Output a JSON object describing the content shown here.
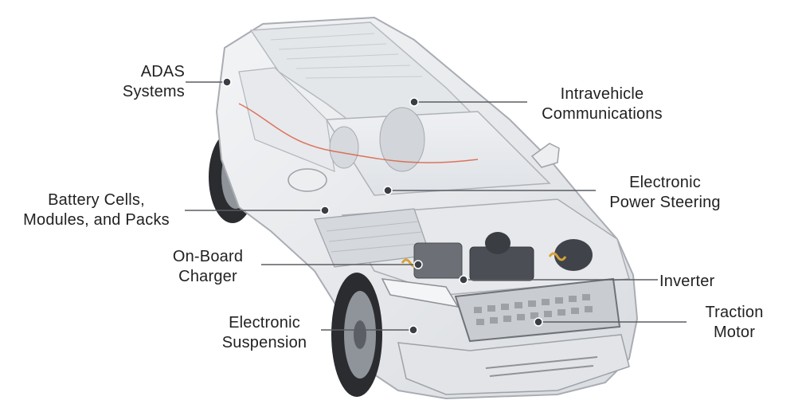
{
  "diagram": {
    "labels": {
      "adas": [
        "ADAS",
        "Systems"
      ],
      "intravehicle": [
        "Intravehicle",
        "Communications"
      ],
      "battery": [
        "Battery Cells,",
        "Modules, and Packs"
      ],
      "eps": [
        "Electronic",
        "Power Steering"
      ],
      "obc": [
        "On-Board",
        "Charger"
      ],
      "inverter": [
        "Inverter"
      ],
      "suspension": [
        "Electronic",
        "Suspension"
      ],
      "traction": [
        "Traction",
        "Motor"
      ]
    },
    "colors": {
      "car_body": "#e9ebee",
      "car_outline": "#a9adb3",
      "tire": "#2a2c30",
      "leader_line": "#5a5d63",
      "marker": "#3b3e44",
      "text": "#222222",
      "harness": "#d9553a"
    }
  }
}
